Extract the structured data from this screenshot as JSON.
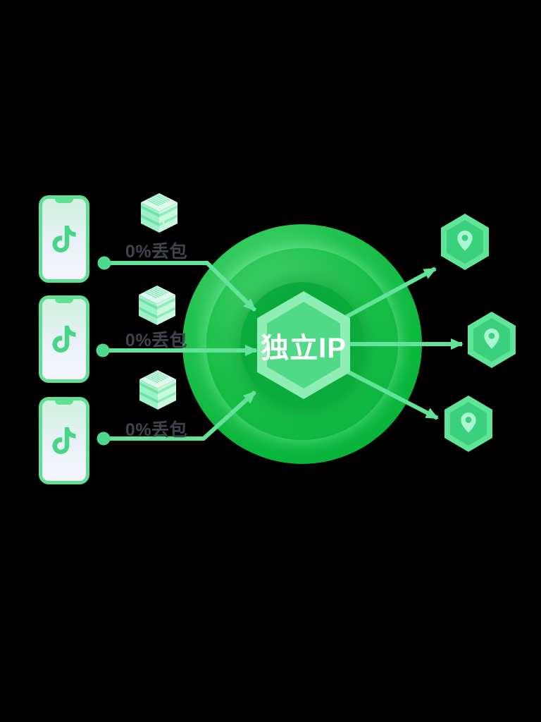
{
  "scene": {
    "background_color": "#000000",
    "center_node": {
      "label": "独立IP",
      "icon": "hexagon-node"
    },
    "sources": [
      {
        "device_icon": "tiktok-phone",
        "relay_icon": "server-stack",
        "relay_label": "0%丢包"
      },
      {
        "device_icon": "tiktok-phone",
        "relay_icon": "server-stack",
        "relay_label": "0%丢包"
      },
      {
        "device_icon": "tiktok-phone",
        "relay_icon": "server-stack",
        "relay_label": "0%丢包"
      }
    ],
    "destinations": [
      {
        "icon": "location-pin"
      },
      {
        "icon": "location-pin"
      },
      {
        "icon": "location-pin"
      }
    ],
    "colors": {
      "connector_green": "#63e29a",
      "ring_green": "#0db93f",
      "hexagon_outer": "#8feeb5",
      "hexagon_inner": "#50d987",
      "phone_border": "#5fe093",
      "tiktok_green": "#47d685",
      "server_mint": "#9ff1c7",
      "pin_hex_outer": "#5fe498",
      "pin_hex_inner": "#3bd07d",
      "pin_glyph": "#aaf5d2",
      "label_text": "#40444e",
      "center_text": "#ffffff"
    }
  }
}
